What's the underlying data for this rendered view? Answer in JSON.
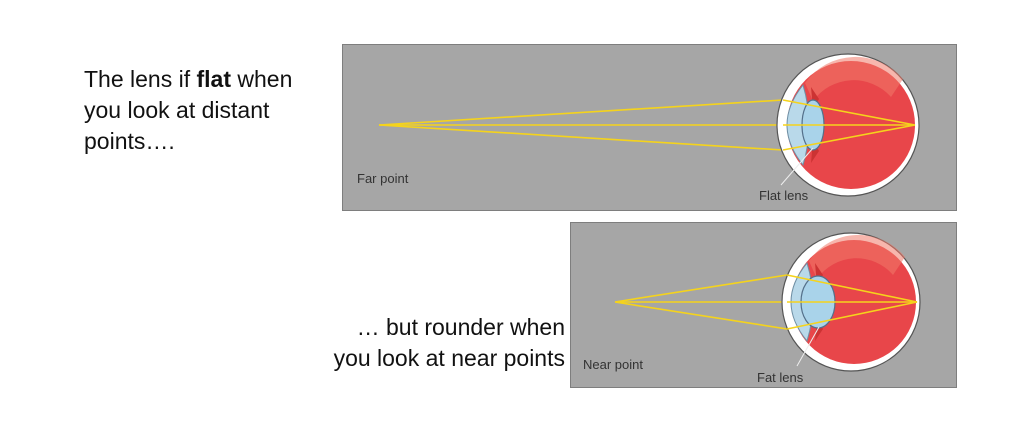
{
  "captions": {
    "top": {
      "line1_pre": "The lens if ",
      "line1_bold": "flat",
      "line1_post": " when",
      "line2": "you look at distant",
      "line3": "points…."
    },
    "bottom": {
      "line1": "… but rounder when",
      "line2": "you look at near points"
    }
  },
  "panels": {
    "far": {
      "point_label": "Far point",
      "lens_label": "Flat lens"
    },
    "near": {
      "point_label": "Near point",
      "lens_label": "Fat lens"
    }
  },
  "colors": {
    "panel_background": "#a6a6a6",
    "light_ray": "#f5d31c",
    "eye_interior": "#e8464a",
    "lens": "#a9d3ea",
    "sclera": "#ffffff"
  }
}
